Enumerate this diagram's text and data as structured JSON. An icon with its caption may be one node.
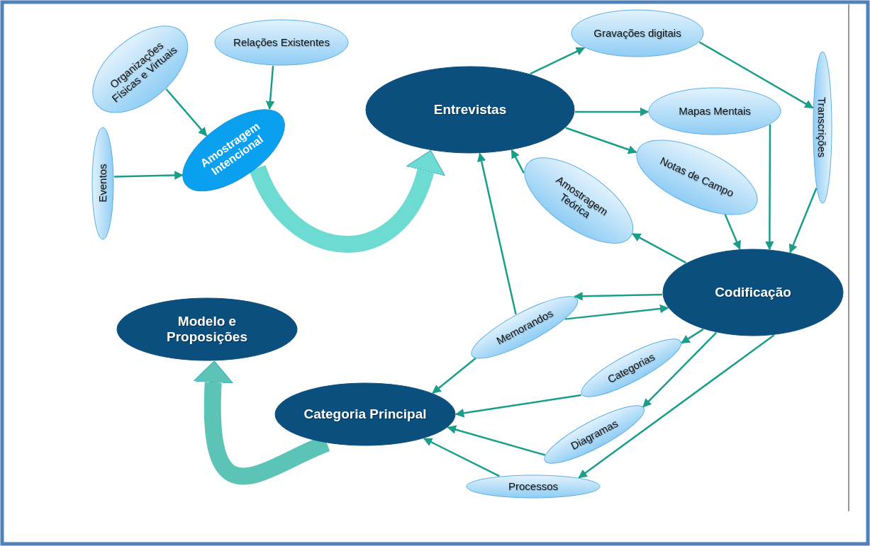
{
  "diagram": {
    "nodes": [
      {
        "text": [
          "Organizações Físicas e Virtuais"
        ]
      },
      {
        "text": [
          "Relações Existentes"
        ]
      },
      {
        "text": [
          "Eventos"
        ]
      },
      {
        "text": [
          "Amostragem Intencional"
        ]
      },
      {
        "text": [
          "Entrevistas"
        ]
      },
      {
        "text": [
          "Gravações digitais"
        ]
      },
      {
        "text": [
          "Mapas Mentais"
        ]
      },
      {
        "text": [
          "Transcrições"
        ]
      },
      {
        "text": [
          "Notas de Campo"
        ]
      },
      {
        "text": [
          "Amostragem Teórica"
        ]
      },
      {
        "text": [
          "Codificação"
        ]
      },
      {
        "text": [
          "Memorandos"
        ]
      },
      {
        "text": [
          "Categorias"
        ]
      },
      {
        "text": [
          "Diagramas"
        ]
      },
      {
        "text": [
          "Processos"
        ]
      },
      {
        "text": [
          "Categoria Principal"
        ]
      },
      {
        "text": [
          "Modelo e Proposições"
        ]
      }
    ],
    "edges": [
      {
        "from": 0,
        "to": 3,
        "arrow": "to"
      },
      {
        "from": 1,
        "to": 3,
        "arrow": "to"
      },
      {
        "from": 2,
        "to": 3,
        "arrow": "to"
      },
      {
        "from": 3,
        "to": 4,
        "arrow": "to",
        "style": "thick",
        "color": "#6edbd3"
      },
      {
        "from": 4,
        "to": 5,
        "arrow": "to"
      },
      {
        "from": 4,
        "to": 6,
        "arrow": "to"
      },
      {
        "from": 4,
        "to": 8,
        "arrow": "to"
      },
      {
        "from": 5,
        "to": 7,
        "arrow": "to"
      },
      {
        "from": 6,
        "to": 10,
        "arrow": "to"
      },
      {
        "from": 7,
        "to": 10,
        "arrow": "to"
      },
      {
        "from": 8,
        "to": 10,
        "arrow": "to"
      },
      {
        "from": 10,
        "to": 9,
        "arrow": "to"
      },
      {
        "from": 9,
        "to": 4,
        "arrow": "to"
      },
      {
        "from": 11,
        "to": 4,
        "arrow": "to"
      },
      {
        "from": 10,
        "to": 11,
        "arrow": "to"
      },
      {
        "from": 11,
        "to": 10,
        "arrow": "to"
      },
      {
        "from": 10,
        "to": 12,
        "arrow": "to"
      },
      {
        "from": 10,
        "to": 13,
        "arrow": "to"
      },
      {
        "from": 10,
        "to": 14,
        "arrow": "to"
      },
      {
        "from": 11,
        "to": 15,
        "arrow": "to"
      },
      {
        "from": 12,
        "to": 15,
        "arrow": "to"
      },
      {
        "from": 13,
        "to": 15,
        "arrow": "to"
      },
      {
        "from": 14,
        "to": 15,
        "arrow": "to"
      },
      {
        "from": 15,
        "to": 16,
        "arrow": "to",
        "style": "thick",
        "color": "#5cc4b6"
      }
    ]
  }
}
